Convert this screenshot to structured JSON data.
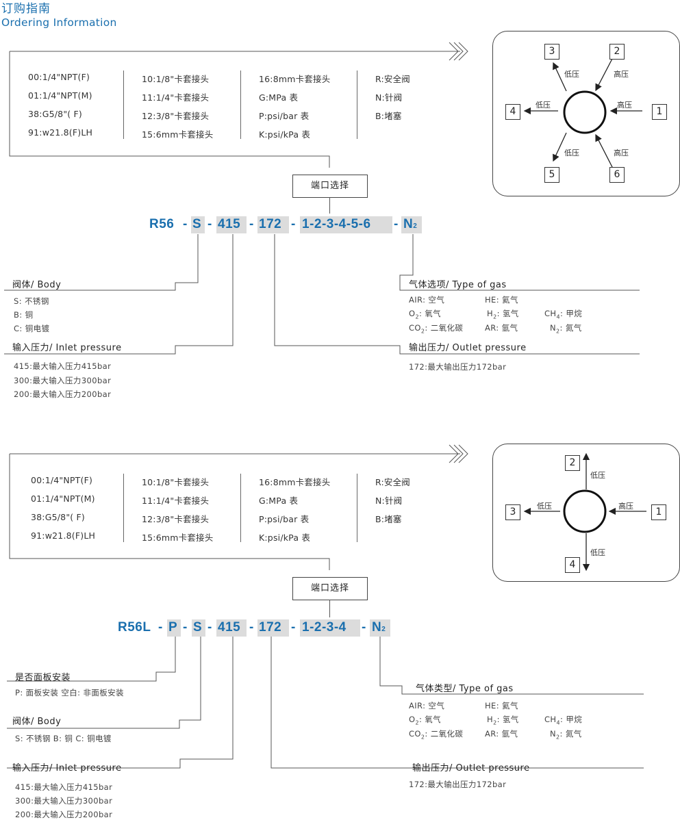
{
  "header": {
    "title_cn": "订购指南",
    "title_en": "Ordering Information"
  },
  "options": {
    "col1": [
      "00:1/4\"NPT(F)",
      "01:1/4\"NPT(M)",
      "38:G5/8\"( F)",
      "91:w21.8(F)LH"
    ],
    "col2": [
      "10:1/8\"卡套接头",
      "11:1/4\"卡套接头",
      "12:3/8\"卡套接头",
      "15:6mm卡套接头"
    ],
    "col3": [
      "16:8mm卡套接头",
      "G:MPa 表",
      "P:psi/bar 表",
      "K:psi/kPa 表"
    ],
    "col4": [
      "R:安全阀",
      "N:针阀",
      "B:堵塞"
    ]
  },
  "port_select": "端口选择",
  "model1": {
    "code": {
      "prefix": "R56",
      "body": "S",
      "inlet": "415",
      "outlet": "172",
      "ports": "1-2-3-4-5-6",
      "gas": "N",
      "gas_sub": "2",
      "dash": "-"
    },
    "body_label": "阀体/ Body",
    "body_opts": [
      "S: 不锈钢",
      "B: 铜",
      "C: 铜电镀"
    ],
    "inlet_label": "输入压力/ Inlet pressure",
    "inlet_opts": [
      "415:最大输入压力415bar",
      "300:最大输入压力300bar",
      "200:最大输入压力200bar"
    ],
    "gas_label": "气体选项/ Type of gas",
    "outlet_label": "输出压力/ Outlet pressure",
    "outlet_opts": [
      "172:最大输出压力172bar"
    ],
    "diagram": {
      "ports": [
        "1",
        "2",
        "3",
        "4",
        "5",
        "6"
      ],
      "high": "高压",
      "low": "低压"
    }
  },
  "gas_table": {
    "air": "AIR: 空气",
    "he": "HE: 氦气",
    "o2": "O",
    "o2_sub": "2",
    "o2_cn": ": 氧气",
    "h2": "H",
    "h2_sub": "2",
    "h2_cn": ": 氢气",
    "ch4": "CH",
    "ch4_sub": "4",
    "ch4_cn": ": 甲烷",
    "co2": "CO",
    "co2_sub": "2",
    "co2_cn": ": 二氧化碳",
    "ar": "AR: 氩气",
    "n2": "N",
    "n2_sub": "2",
    "n2_cn": ": 氮气"
  },
  "model2": {
    "code": {
      "prefix": "R56L",
      "panel": "P",
      "body": "S",
      "inlet": "415",
      "outlet": "172",
      "ports": "1-2-3-4",
      "gas": "N",
      "gas_sub": "2",
      "dash": "-"
    },
    "panel_label": "是否面板安装",
    "panel_opts": "P: 面板安装  空白: 非面板安装",
    "body_label": "阀体/ Body",
    "body_opts": "S: 不锈钢  B: 铜  C: 铜电镀",
    "inlet_label": "输入压力/ Inlet pressure",
    "inlet_opts": [
      "415:最大输入压力415bar",
      "300:最大输入压力300bar",
      "200:最大输入压力200bar"
    ],
    "gas_label": "气体类型/ Type of gas",
    "outlet_label": "输出压力/ Outlet pressure",
    "outlet_opts": [
      "172:最大输出压力172bar"
    ],
    "diagram": {
      "ports": [
        "1",
        "2",
        "3",
        "4"
      ],
      "high": "高压",
      "low": "低压"
    }
  },
  "colors": {
    "accent": "#1a6fae",
    "segment": "#dcdcdc"
  }
}
